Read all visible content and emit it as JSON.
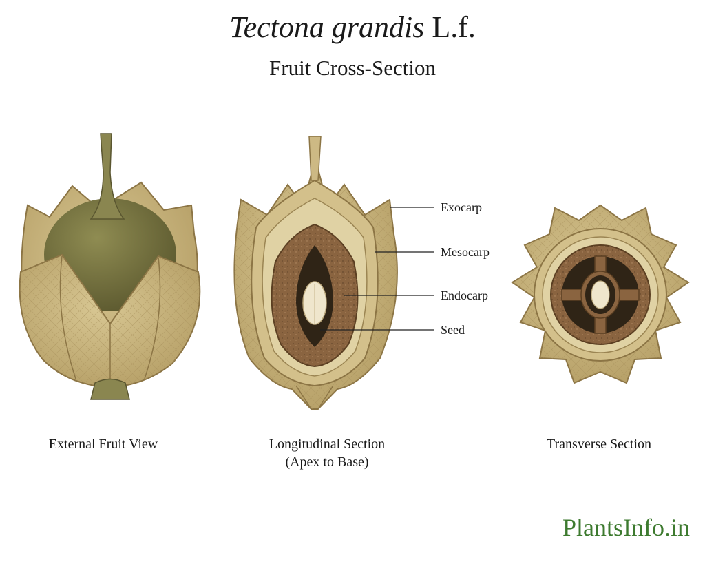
{
  "header": {
    "species": "Tectona grandis",
    "authority": "L.f.",
    "subtitle": "Fruit Cross-Section"
  },
  "views": {
    "external": {
      "caption": "External Fruit View"
    },
    "longitudinal": {
      "caption_line1": "Longitudinal Section",
      "caption_line2": "(Apex to Base)"
    },
    "transverse": {
      "caption": "Transverse Section"
    }
  },
  "labels": {
    "exocarp": "Exocarp",
    "mesocarp": "Mesocarp",
    "endocarp": "Endocarp",
    "seed": "Seed"
  },
  "brand": "PlantsInfo.in",
  "colors": {
    "calyx": "#c9b37d",
    "calyx_dark": "#8c7545",
    "fruit_green": "#7d7a44",
    "endocarp": "#8a6440",
    "seed": "#efe6cc",
    "brand": "#3d7a2f"
  }
}
